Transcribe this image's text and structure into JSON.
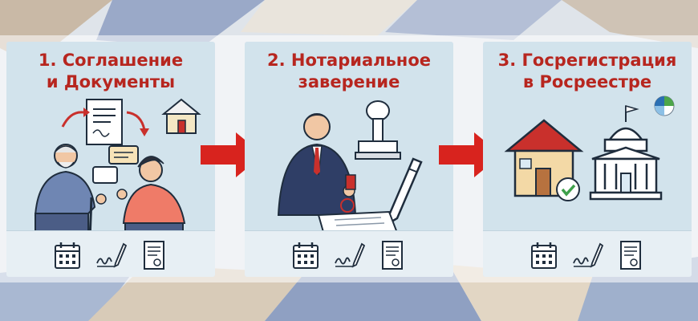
{
  "steps": [
    {
      "title_line1": "1. Соглашение",
      "title_line2": "и Документы"
    },
    {
      "title_line1": "2. Нотариальное",
      "title_line2": "заверение"
    },
    {
      "title_line1": "3. Госрегистрация",
      "title_line2": "в Росреестре"
    }
  ],
  "icons": {
    "footer": [
      "calendar-icon",
      "signature-icon",
      "certificate-icon"
    ],
    "step1": [
      "elderly-man",
      "young-man",
      "document-icon",
      "house-icon",
      "speech-bubble-icon",
      "transfer-arrow-icon"
    ],
    "step2": [
      "notary-figure",
      "stamp-icon",
      "pen-icon",
      "signed-document-icon"
    ],
    "step3": [
      "house-check-icon",
      "government-building-icon",
      "rosreestr-logo-icon"
    ]
  },
  "colors": {
    "accent": "#b7261f",
    "arrow": "#d8231e",
    "card": "#d2e3ec",
    "ink": "#1f2d3d"
  }
}
